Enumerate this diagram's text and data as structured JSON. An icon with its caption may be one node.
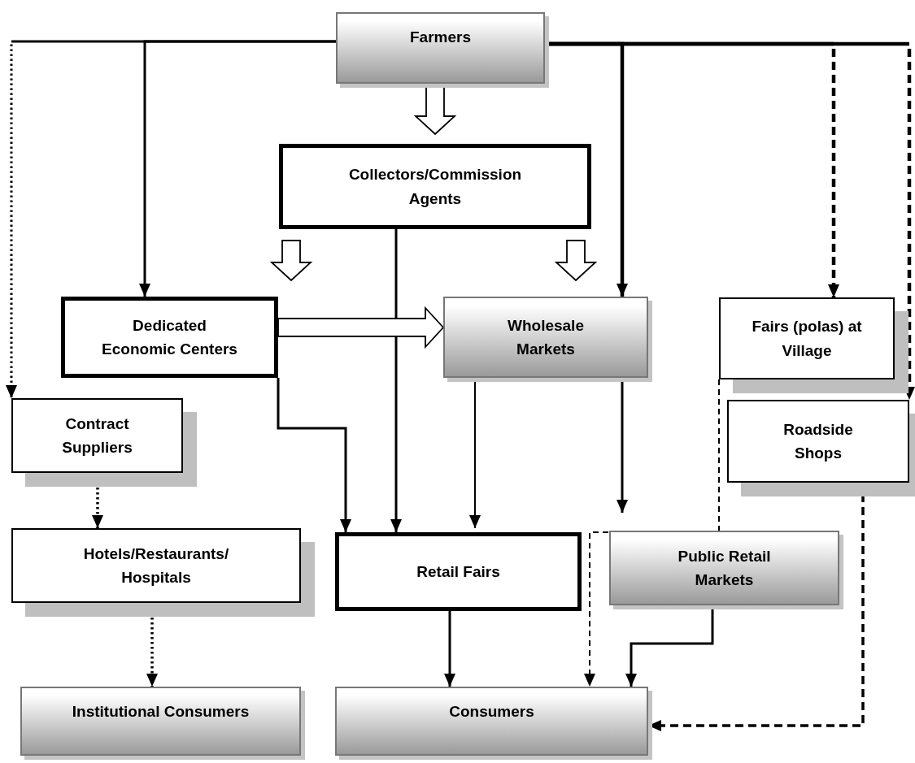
{
  "diagram": {
    "nodes": [
      {
        "text": [
          "Farmers"
        ]
      },
      {
        "text": [
          "Collectors/Commission Agents"
        ]
      },
      {
        "text": [
          "Dedicated Economic Centers"
        ]
      },
      {
        "text": [
          "Wholesale Markets"
        ]
      },
      {
        "text": [
          "Fairs (polas) at Village"
        ]
      },
      {
        "text": [
          "Contract Suppliers"
        ]
      },
      {
        "text": [
          "Roadside Shops"
        ]
      },
      {
        "text": [
          "Hotels/Restaurants/ Hospitals"
        ]
      },
      {
        "text": [
          "Retail Fairs"
        ]
      },
      {
        "text": [
          "Public Retail Markets"
        ]
      },
      {
        "text": [
          "Institutional Consumers"
        ]
      },
      {
        "text": [
          "Consumers"
        ]
      }
    ],
    "edges": [
      {
        "from": 0,
        "to": 1,
        "arrow": "to",
        "style": "thick"
      },
      {
        "from": 0,
        "to": 2,
        "arrow": "to"
      },
      {
        "from": 0,
        "to": 5,
        "arrow": "to",
        "style": "dashed"
      },
      {
        "from": 0,
        "to": 3,
        "arrow": "to"
      },
      {
        "from": 0,
        "to": 4,
        "arrow": "to",
        "style": "dashed"
      },
      {
        "from": 0,
        "to": 6,
        "arrow": "to",
        "style": "dashed"
      },
      {
        "from": 1,
        "to": 2,
        "arrow": "to",
        "style": "thick"
      },
      {
        "from": 1,
        "to": 3,
        "arrow": "to",
        "style": "thick"
      },
      {
        "from": 2,
        "to": 3,
        "arrow": "to",
        "style": "thick"
      },
      {
        "from": 1,
        "to": 8,
        "arrow": "to"
      },
      {
        "from": 2,
        "to": 8,
        "arrow": "to"
      },
      {
        "from": 3,
        "to": 8,
        "arrow": "to"
      },
      {
        "from": 3,
        "to": 9,
        "arrow": "to"
      },
      {
        "from": 4,
        "to": 11,
        "arrow": "to",
        "style": "dashed"
      },
      {
        "from": 5,
        "to": 7,
        "arrow": "to",
        "style": "dashed"
      },
      {
        "from": 7,
        "to": 10,
        "arrow": "to",
        "style": "dashed"
      },
      {
        "from": 8,
        "to": 11,
        "arrow": "to"
      },
      {
        "from": 9,
        "to": 11,
        "arrow": "to"
      },
      {
        "from": 6,
        "to": 11,
        "arrow": "to",
        "style": "dashed"
      }
    ]
  }
}
